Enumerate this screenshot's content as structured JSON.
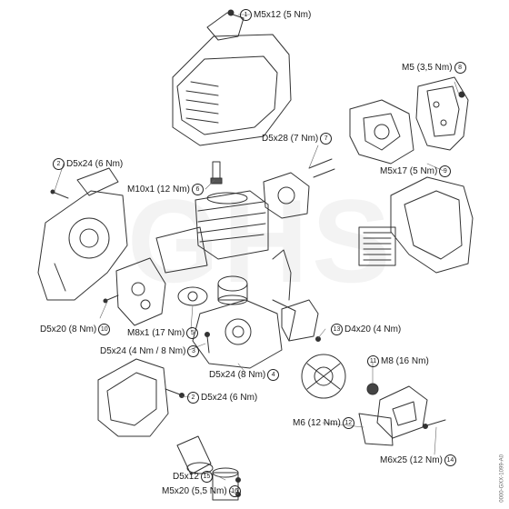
{
  "watermark": "GHS",
  "labels": {
    "m5x12": {
      "text": "M5x12 (5 Nm)",
      "num": "1"
    },
    "m5": {
      "text": "M5 (3,5 Nm)",
      "num": "8"
    },
    "d5x28": {
      "text": "D5x28 (7 Nm)",
      "num": "7"
    },
    "d5x24_top": {
      "text": "D5x24 (6 Nm)",
      "num": "2"
    },
    "m5x17": {
      "text": "M5x17 (5 Nm)",
      "num": "9"
    },
    "m10x1": {
      "text": "M10x1 (12 Nm)",
      "num": "6"
    },
    "d5x20": {
      "text": "D5x20 (8 Nm)",
      "num": "10"
    },
    "m8x1": {
      "text": "M8x1 (17 Nm)",
      "num": "5"
    },
    "d4x20": {
      "text": "D4x20 (4 Nm)",
      "num": "13"
    },
    "d5x24_48": {
      "text": "D5x24 (4 Nm / 8 Nm)",
      "num": "3"
    },
    "m8": {
      "text": "M8 (16 Nm)",
      "num": "11"
    },
    "d5x24_8": {
      "text": "D5x24 (8 Nm)",
      "num": "4"
    },
    "d5x24_mid": {
      "text": "D5x24 (6 Nm)",
      "num": "2"
    },
    "m6": {
      "text": "M6 (12 Nm)",
      "num": "12"
    },
    "m6x25": {
      "text": "M6x25 (12 Nm)",
      "num": "14"
    },
    "d5x12": {
      "text": "D5x12",
      "num": "15"
    },
    "m5x20": {
      "text": "M5x20 (5,5 Nm)",
      "num": "16"
    }
  },
  "code": "0000-GXX-1099-A0"
}
